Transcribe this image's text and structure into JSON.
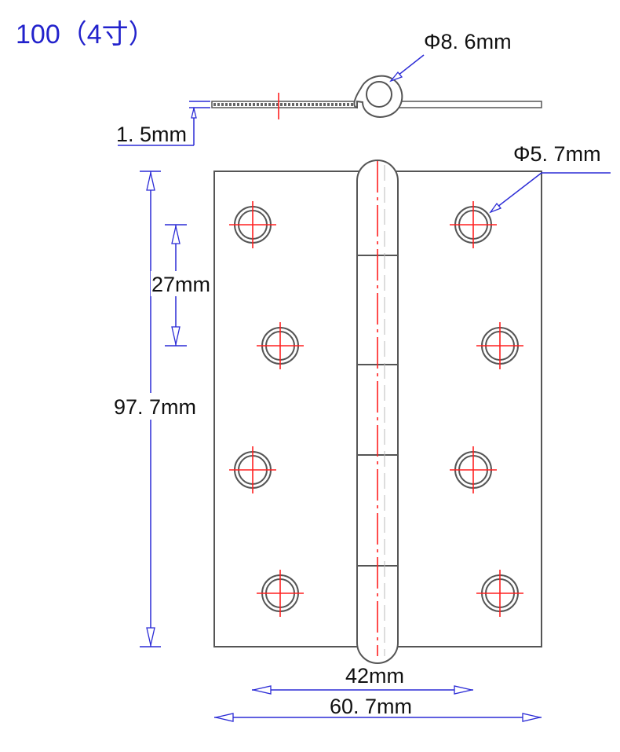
{
  "title": "100（4寸）",
  "dimensions": {
    "pin_diameter": "Φ8. 6mm",
    "thickness": "1. 5mm",
    "hole_diameter": "Φ5. 7mm",
    "hole_spacing": "27mm",
    "height": "97. 7mm",
    "hole_span": "42mm",
    "width": "60. 7mm"
  },
  "colors": {
    "title": "#2222cc",
    "dimension_lines": "#2b2bd6",
    "center_lines": "#ff2020",
    "outline": "#555555"
  }
}
